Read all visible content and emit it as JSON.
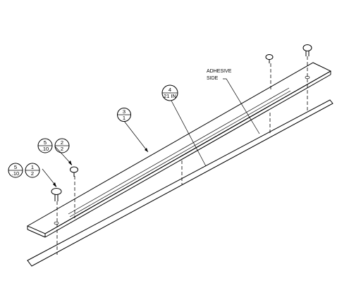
{
  "callouts": {
    "strip": {
      "top": "3",
      "bottom": "1"
    },
    "length": {
      "top": "4",
      "bottom": "21 IN"
    },
    "upper_left": {
      "left_top": "5",
      "left_bottom": ".10",
      "right_top": "2",
      "right_bottom": "2"
    },
    "lower_left": {
      "left_top": "5",
      "left_bottom": ".10",
      "right_top": "1",
      "right_bottom": "2"
    }
  },
  "note": {
    "line1": "ADHESIVE",
    "line2": "SIDE"
  }
}
